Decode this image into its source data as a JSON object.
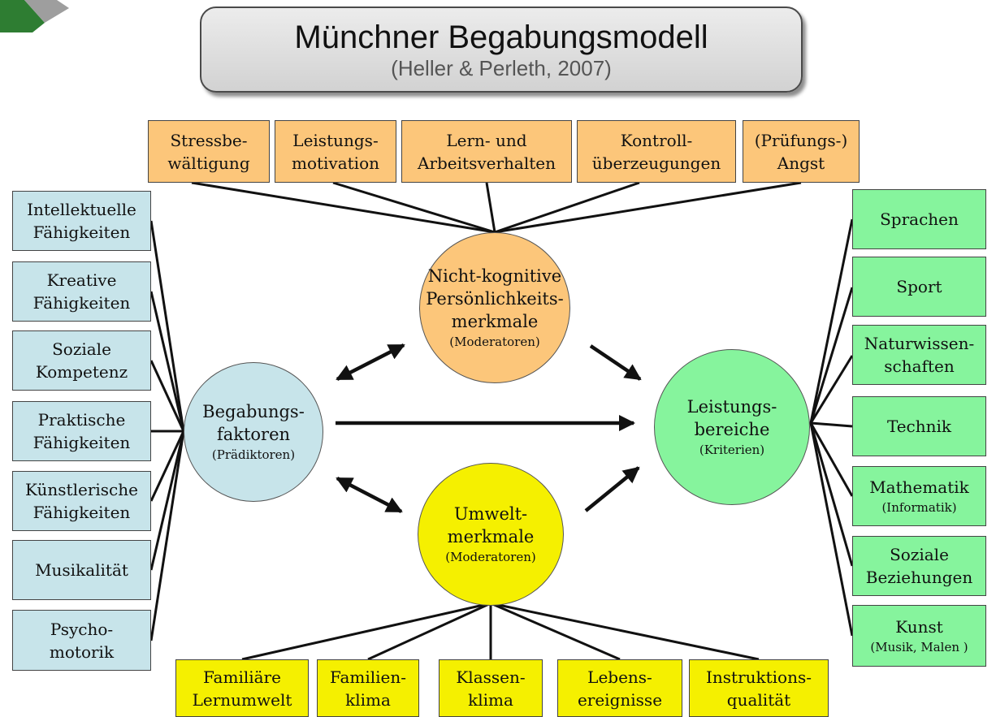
{
  "header": {
    "title": "Münchner Begabungsmodell",
    "subtitle": "(Heller & Perleth, 2007)"
  },
  "colors": {
    "orange": "#fcc67a",
    "blue": "#c7e4ea",
    "green": "#86f49d",
    "yellow": "#f5f000"
  },
  "top_boxes": [
    {
      "line1": "Stressbe-",
      "line2": "wältigung"
    },
    {
      "line1": "Leistungs-",
      "line2": "motivation"
    },
    {
      "line1": "Lern- und",
      "line2": "Arbeitsverhalten"
    },
    {
      "line1": "Kontroll-",
      "line2": "überzeugungen"
    },
    {
      "line1": "(Prüfungs-)",
      "line2": "Angst"
    }
  ],
  "left_boxes": [
    {
      "line1": "Intellektuelle",
      "line2": "Fähigkeiten"
    },
    {
      "line1": "Kreative",
      "line2": "Fähigkeiten"
    },
    {
      "line1": "Soziale",
      "line2": "Kompetenz"
    },
    {
      "line1": "Praktische",
      "line2": "Fähigkeiten"
    },
    {
      "line1": "Künstlerische",
      "line2": "Fähigkeiten"
    },
    {
      "line1": "Musikalität"
    },
    {
      "line1": "Psycho-",
      "line2": "motorik"
    }
  ],
  "right_boxes": [
    {
      "line1": "Sprachen"
    },
    {
      "line1": "Sport"
    },
    {
      "line1": "Naturwissen-",
      "line2": "schaften"
    },
    {
      "line1": "Technik"
    },
    {
      "line1": "Mathematik",
      "note": "(Informatik)"
    },
    {
      "line1": "Soziale",
      "line2": "Beziehungen"
    },
    {
      "line1": "Kunst",
      "note": "(Musik, Malen )"
    }
  ],
  "bottom_boxes": [
    {
      "line1": "Familiäre",
      "line2": "Lernumwelt"
    },
    {
      "line1": "Familien-",
      "line2": "klima"
    },
    {
      "line1": "Klassen-",
      "line2": "klima"
    },
    {
      "line1": "Lebens-",
      "line2": "ereignisse"
    },
    {
      "line1": "Instruktions-",
      "line2": "qualität"
    }
  ],
  "circles": {
    "begabung": {
      "line1": "Begabungs-",
      "line2": "faktoren",
      "note": "(Prädiktoren)"
    },
    "nichtkognitiv": {
      "line1": "Nicht-kognitive",
      "line2": "Persönlichkeits-",
      "line3": "merkmale",
      "note": "(Moderatoren)"
    },
    "umwelt": {
      "line1": "Umwelt-",
      "line2": "merkmale",
      "note": "(Moderatoren)"
    },
    "leistung": {
      "line1": "Leistungs-",
      "line2": "bereiche",
      "note": "(Kriterien)"
    }
  }
}
